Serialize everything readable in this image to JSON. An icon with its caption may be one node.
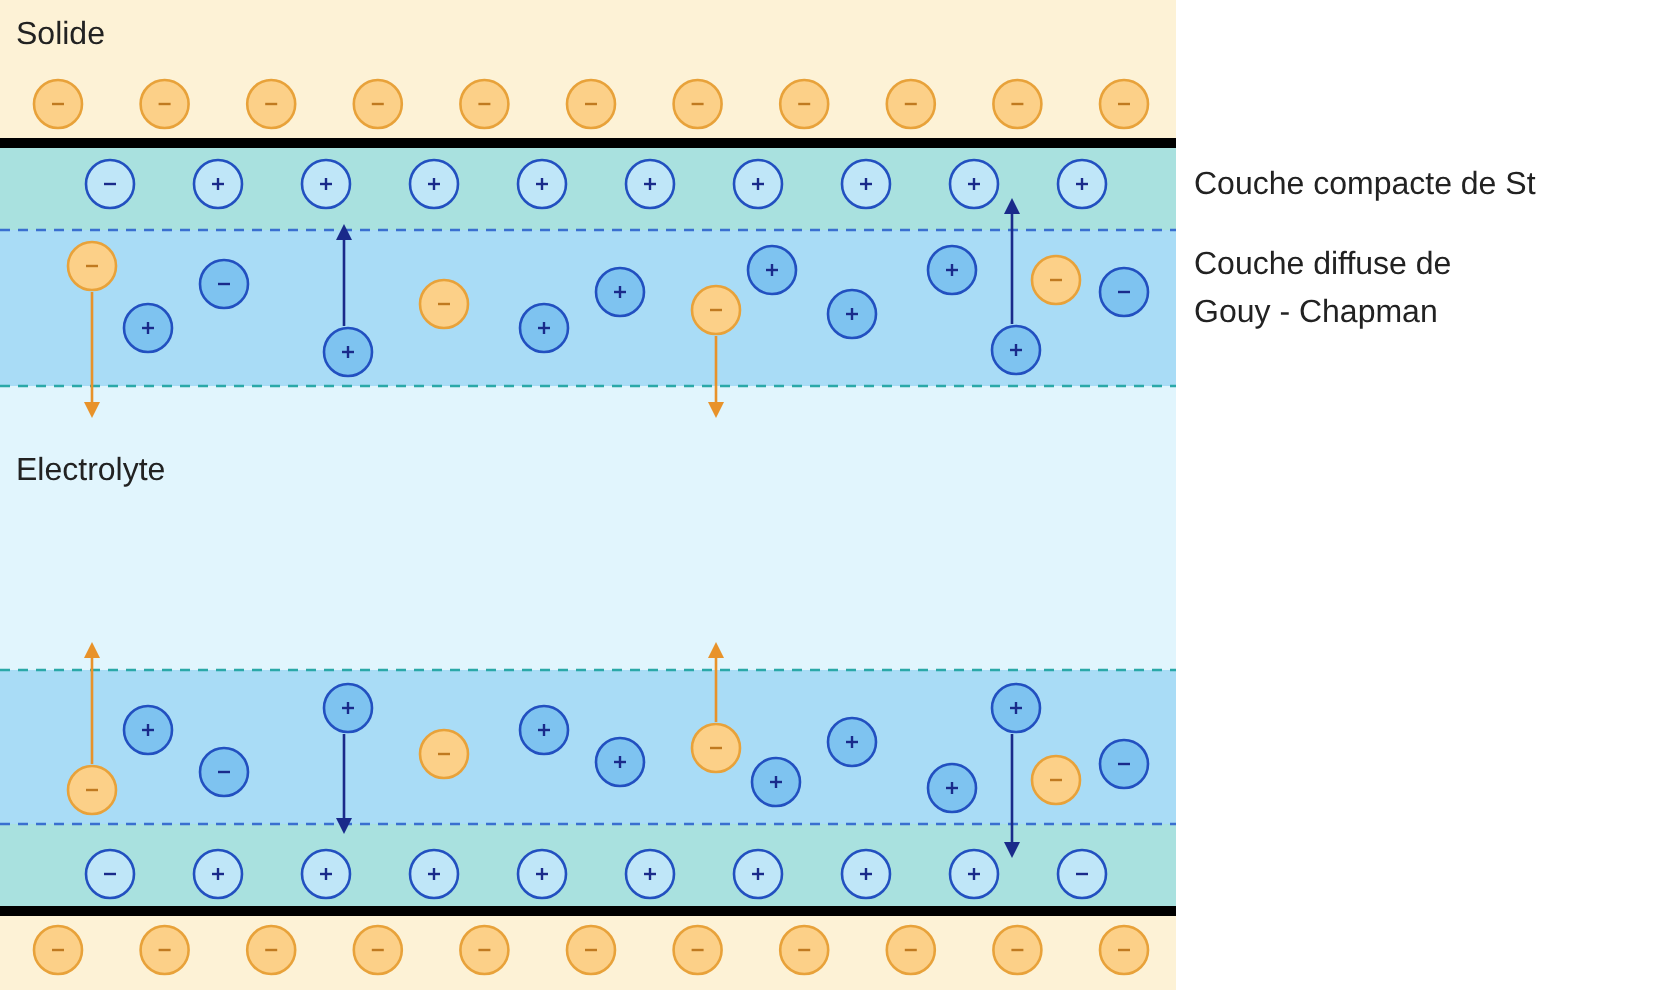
{
  "diagram": {
    "labels": [
      "Solide",
      "Couche compacte de St",
      "Couche diffuse de Gouy - Chapman",
      "Electrolyte"
    ]
  }
}
